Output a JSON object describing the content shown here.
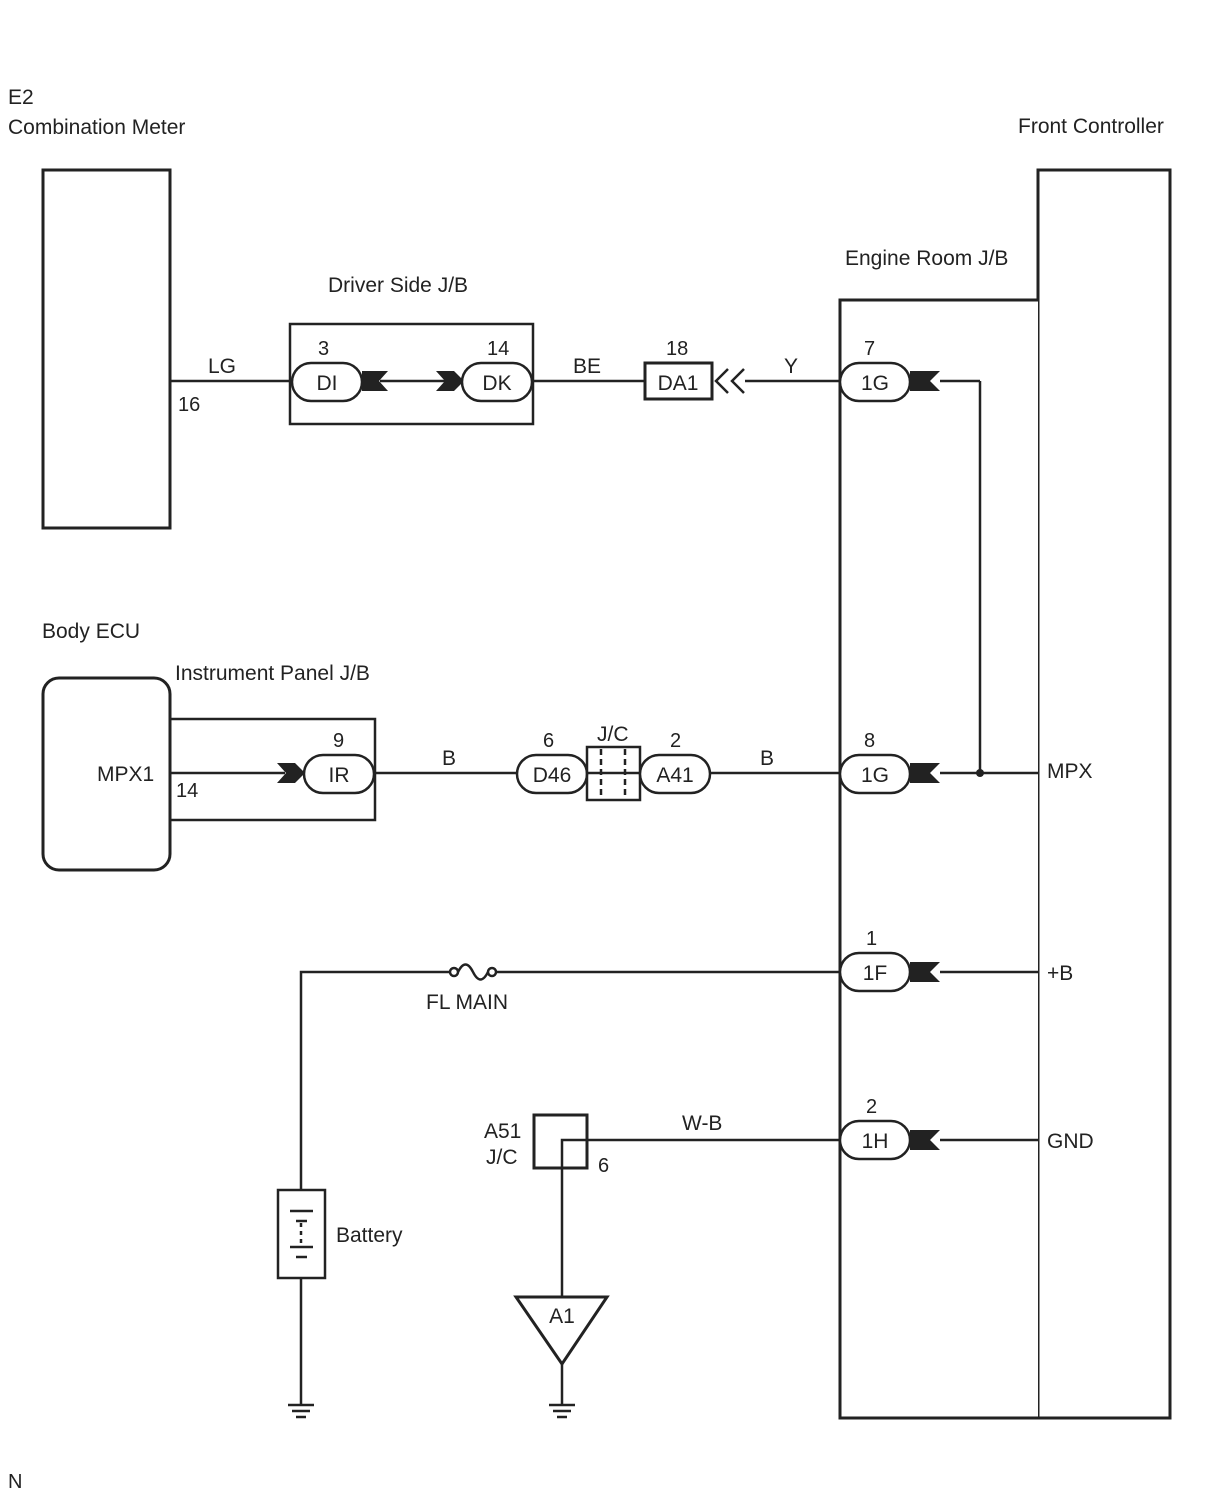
{
  "components": {
    "combination_meter": {
      "code": "E2",
      "name": "Combination Meter"
    },
    "front_controller": {
      "name": "Front Controller"
    },
    "engine_room_jb": {
      "name": "Engine Room J/B"
    },
    "driver_side_jb": {
      "name": "Driver Side J/B"
    },
    "body_ecu": {
      "name": "Body ECU",
      "terminal": "MPX1"
    },
    "instrument_panel_jb": {
      "name": "Instrument Panel J/B"
    },
    "battery": {
      "name": "Battery"
    },
    "fuse": {
      "name": "FL MAIN"
    },
    "junction_a51": {
      "code": "A51",
      "type": "J/C",
      "pin": "6"
    },
    "junction_jc": {
      "type": "J/C"
    },
    "ground_a1": {
      "code": "A1"
    }
  },
  "connectors": {
    "DI": {
      "label": "DI",
      "pin": "3"
    },
    "DK": {
      "label": "DK",
      "pin": "14"
    },
    "DA1": {
      "label": "DA1",
      "pin": "18"
    },
    "IR": {
      "label": "IR",
      "pin": "9"
    },
    "D46": {
      "label": "D46",
      "pin": "6"
    },
    "A41": {
      "label": "A41",
      "pin": "2"
    },
    "1G_top": {
      "label": "1G",
      "pin": "7"
    },
    "1G_mid": {
      "label": "1G",
      "pin": "8"
    },
    "1F": {
      "label": "1F",
      "pin": "1"
    },
    "1H": {
      "label": "1H",
      "pin": "2"
    }
  },
  "pins": {
    "meter_16": "16",
    "ecu_14": "14"
  },
  "wires": {
    "lg": "LG",
    "be": "BE",
    "y": "Y",
    "b_left": "B",
    "b_right": "B",
    "wb": "W-B"
  },
  "terminals": {
    "mpx": "MPX",
    "plus_b": "+B",
    "gnd": "GND"
  },
  "corner_mark": "N"
}
